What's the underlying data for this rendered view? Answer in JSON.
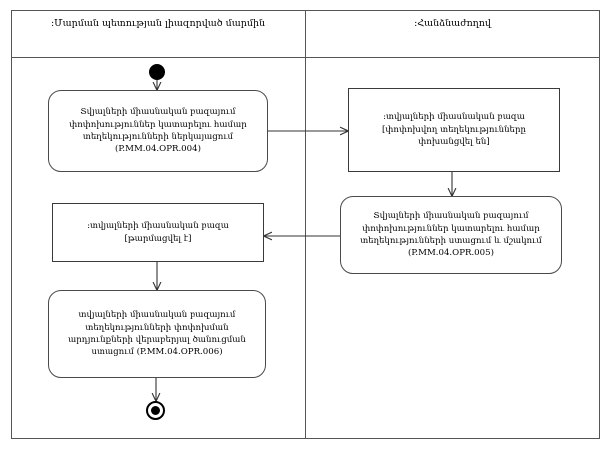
{
  "diagram": {
    "title": "UML activity diagram with two swimlanes",
    "lanes": [
      {
        "name": "left-lane",
        "label": ":Մարման պետության լիազորված մարմին"
      },
      {
        "name": "right-lane",
        "label": ":Հանձնաժողով"
      }
    ],
    "nodes": {
      "start": {
        "type": "initial-node",
        "label": ""
      },
      "action_opr004": {
        "type": "action",
        "lane": "left",
        "lines": [
          "Տվյալների միասնական բազայում",
          "փոփոխություններ կատարելու համար",
          "տեղեկությունների ներկայացում",
          "(P.MM.04.OPR.004)"
        ],
        "code": "P.MM.04.OPR.004"
      },
      "object_sent": {
        "type": "object-state",
        "lane": "right",
        "lines": [
          ":տվյալների միասնական բազա",
          "[փոփոխվող տեղեկությունները",
          "փոխանցվել են]"
        ],
        "state": "[փոփոխվող տեղեկությունները փոխանցվել են]"
      },
      "action_opr005": {
        "type": "action",
        "lane": "right",
        "lines": [
          "Տվյալների միասնական բազայում",
          "փոփոխություններ կատարելու համար",
          "տեղեկությունների ստացում և մշակում",
          "(P.MM.04.OPR.005)"
        ],
        "code": "P.MM.04.OPR.005"
      },
      "object_updated": {
        "type": "object-state",
        "lane": "left",
        "lines": [
          ":տվյալների միասնական բազա",
          "[թարմացվել է]"
        ],
        "state": "[թարմացվել է]"
      },
      "action_opr006": {
        "type": "action",
        "lane": "left",
        "lines": [
          "տվյալների միասնական բազայում",
          "տեղեկությունների փոփոխման",
          "արդյունքների վերաբերյալ ծանուցման",
          "ստացում (P.MM.04.OPR.006)"
        ],
        "code": "P.MM.04.OPR.006"
      },
      "end": {
        "type": "final-node",
        "label": ""
      }
    },
    "edges": [
      {
        "from": "start",
        "to": "action_opr004",
        "direction": "down"
      },
      {
        "from": "action_opr004",
        "to": "object_sent",
        "direction": "right"
      },
      {
        "from": "object_sent",
        "to": "action_opr005",
        "direction": "down"
      },
      {
        "from": "action_opr005",
        "to": "object_updated",
        "direction": "left"
      },
      {
        "from": "object_updated",
        "to": "action_opr006",
        "direction": "down"
      },
      {
        "from": "action_opr006",
        "to": "end",
        "direction": "down"
      }
    ],
    "colors": {
      "background": "#ffffff",
      "frame_stroke": "#555555",
      "node_stroke": "#4a4a4a",
      "edge_stroke": "#333333",
      "text": "#000000"
    }
  }
}
